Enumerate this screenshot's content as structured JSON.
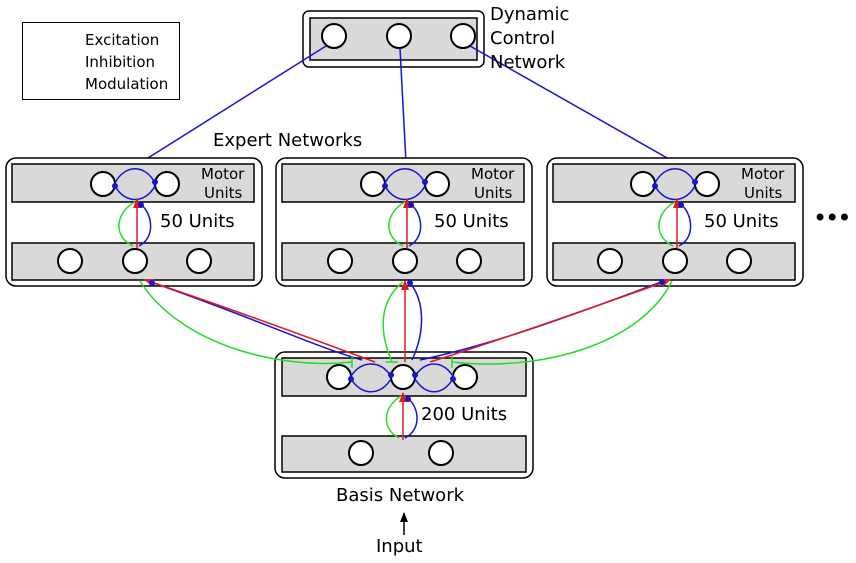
{
  "legend": {
    "excitation": "Excitation",
    "inhibition": "Inhibition",
    "modulation": "Modulation"
  },
  "dynamic_control": {
    "line1": "Dynamic",
    "line2": "Control",
    "line3": "Network"
  },
  "expert_networks_label": "Expert Networks",
  "expert": {
    "motor_line1": "Motor",
    "motor_line2": "Units",
    "units_label": "50 Units"
  },
  "basis": {
    "units_label": "200 Units",
    "title": "Basis Network"
  },
  "input_label": "Input",
  "more_label": "•••",
  "colors": {
    "excitation": "#e41a1c",
    "inhibition": "#1414d2",
    "modulation": "#22dd22",
    "panel_fill": "#d9d9d9"
  }
}
